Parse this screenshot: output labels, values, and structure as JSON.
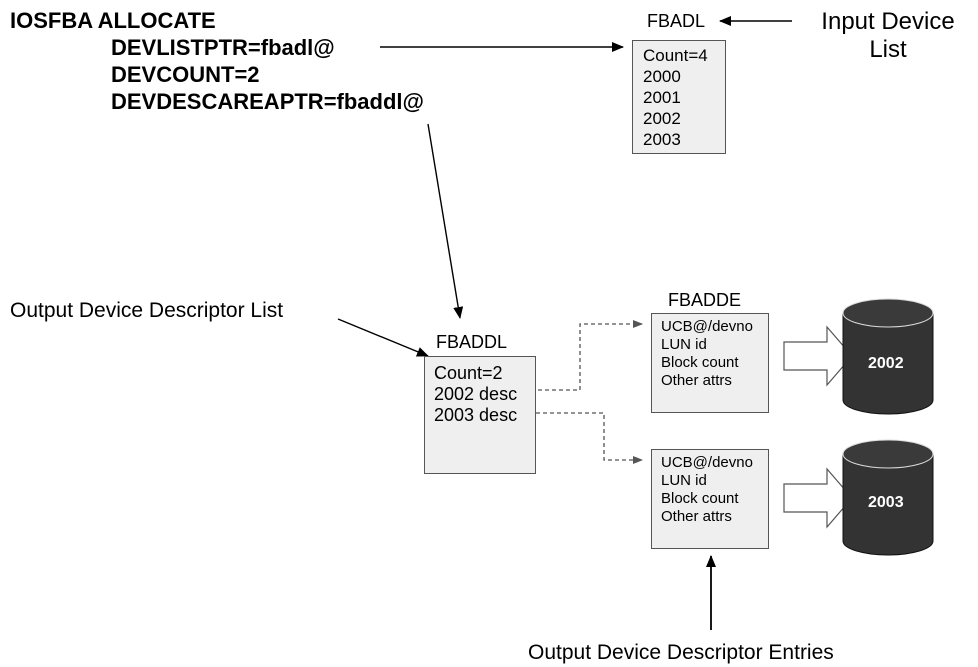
{
  "macro": {
    "name": "IOSFBA ALLOCATE",
    "params": [
      "DEVLISTPTR=fbadl@",
      "DEVCOUNT=2",
      "DEVDESCAREAPTR=fbaddl@"
    ]
  },
  "input_list": {
    "title": "FBADL",
    "label_line1": "Input Device",
    "label_line2": "List",
    "entries": [
      "Count=4",
      "2000",
      "2001",
      "2002",
      "2003"
    ]
  },
  "output_list": {
    "label": "Output Device Descriptor List",
    "title": "FBADDL",
    "entries": [
      "Count=2",
      "2002 desc",
      "2003 desc"
    ]
  },
  "descriptor_entries": {
    "title": "FBADDE",
    "label": "Output Device Descriptor Entries",
    "entries": [
      {
        "lines": [
          "UCB@/devno",
          "LUN id",
          "Block count",
          "Other attrs"
        ],
        "device": "2002"
      },
      {
        "lines": [
          "UCB@/devno",
          "LUN id",
          "Block count",
          "Other attrs"
        ],
        "device": "2003"
      }
    ]
  },
  "colors": {
    "box_fill": "#efefef",
    "disk_fill": "#333333",
    "line": "#000000",
    "dashed_line": "#555555"
  }
}
